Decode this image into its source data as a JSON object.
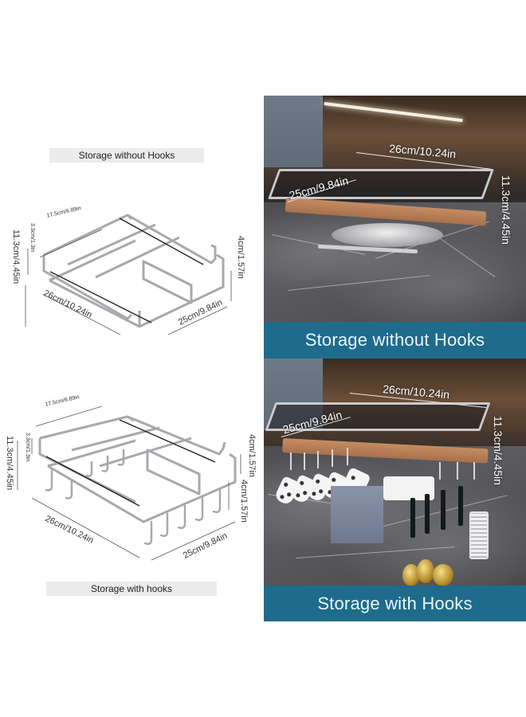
{
  "left_panel": {
    "without_hooks": {
      "label": "Storage without Hooks",
      "dimensions": {
        "top_depth": "17.5cm/6.89in",
        "bracket_height": "3.3cm/1.3in",
        "total_height": "11.3cm/4.45in",
        "bar_height": "4cm/1.57in",
        "width": "26cm/10.24in",
        "depth": "25cm/9.84in"
      }
    },
    "with_hooks": {
      "label": "Storage with hooks",
      "dimensions": {
        "top_depth": "17.5cm/6.89in",
        "bracket_height": "3.3cm/1.3in",
        "total_height": "11.3cm/4.45in",
        "bar_height": "4cm/1.57in",
        "hook_height": "4cm/1.57in",
        "width": "26cm/10.24in",
        "depth": "25cm/9.84in"
      }
    }
  },
  "right_panel": {
    "photo_without_hooks": {
      "banner": "Storage without Hooks",
      "dim_width": "26cm/10.24in",
      "dim_depth": "25cm/9.84in",
      "dim_height": "11.3cm/4.45in"
    },
    "photo_with_hooks": {
      "banner": "Storage with Hooks",
      "dim_width": "26cm/10.24in",
      "dim_depth": "25cm/9.84in",
      "dim_height": "11.3cm/4.45in"
    }
  },
  "colors": {
    "banner_bg": "#1f6b8c",
    "banner_text": "#e9f7fb",
    "label_box_bg": "#ececec"
  }
}
